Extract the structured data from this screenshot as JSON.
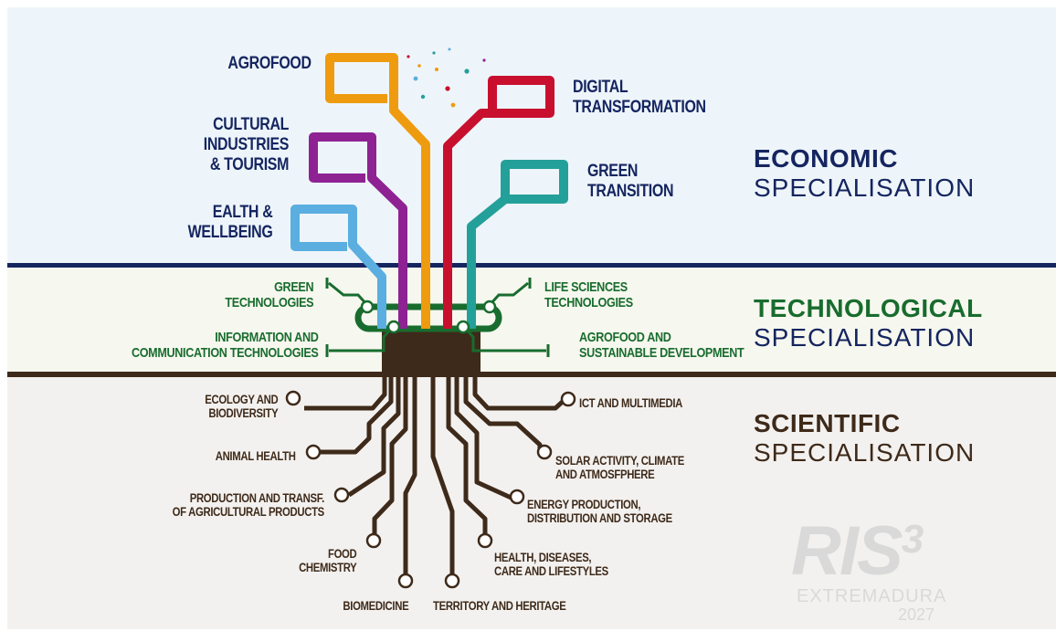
{
  "economic": {
    "heading_bold": "ECONOMIC",
    "heading_sub": "SPECIALISATION",
    "branches": [
      {
        "lines": [
          "AGROFOOD"
        ],
        "color": "#ef9b0f"
      },
      {
        "lines": [
          "CULTURAL",
          "INDUSTRIES",
          "& TOURISM"
        ],
        "color": "#8e2293"
      },
      {
        "lines": [
          "EALTH &",
          "WELLBEING"
        ],
        "color": "#5aaee0"
      },
      {
        "lines": [
          "DIGITAL",
          "TRANSFORMATION"
        ],
        "color": "#c8102e"
      },
      {
        "lines": [
          "GREEN",
          "TRANSITION"
        ],
        "color": "#24a09a"
      }
    ]
  },
  "technological": {
    "heading_bold": "TECHNOLOGICAL",
    "heading_sub": "SPECIALISATION",
    "items": [
      {
        "lines": [
          "GREEN",
          "TECHNOLOGIES"
        ]
      },
      {
        "lines": [
          "INFORMATION AND",
          "COMMUNICATION TECHNOLOGIES"
        ]
      },
      {
        "lines": [
          "LIFE SCIENCES",
          "TECHNOLOGIES"
        ]
      },
      {
        "lines": [
          "AGROFOOD AND",
          "SUSTAINABLE DEVELOPMENT"
        ]
      }
    ]
  },
  "scientific": {
    "heading_bold": "SCIENTIFIC",
    "heading_sub": "SPECIALISATION",
    "items": [
      {
        "lines": [
          "ECOLOGY AND",
          "BIODIVERSITY"
        ]
      },
      {
        "lines": [
          "ANIMAL HEALTH"
        ]
      },
      {
        "lines": [
          "PRODUCTION AND TRANSF.",
          "OF AGRICULTURAL PRODUCTS"
        ]
      },
      {
        "lines": [
          "FOOD",
          "CHEMISTRY"
        ]
      },
      {
        "lines": [
          "BIOMEDICINE"
        ]
      },
      {
        "lines": [
          "TERRITORY AND HERITAGE"
        ]
      },
      {
        "lines": [
          "HEALTH, DISEASES,",
          "CARE AND LIFESTYLES"
        ]
      },
      {
        "lines": [
          "ENERGY PRODUCTION,",
          "DISTRIBUTION AND STORAGE"
        ]
      },
      {
        "lines": [
          "SOLAR ACTIVITY, CLIMATE",
          "AND ATMOSFPHERE"
        ]
      },
      {
        "lines": [
          "ICT AND MULTIMEDIA"
        ]
      }
    ]
  },
  "logo": {
    "name": "RIS",
    "superscript": "3",
    "region": "EXTREMADURA",
    "year": "2027"
  },
  "colors": {
    "navy": "#152560",
    "tech_green": "#186c2e",
    "root_brown": "#3e2a1a",
    "economic_band": "#eef5fa",
    "tech_band": "#f6f7ee",
    "scientific_band": "#f3f1ef"
  }
}
